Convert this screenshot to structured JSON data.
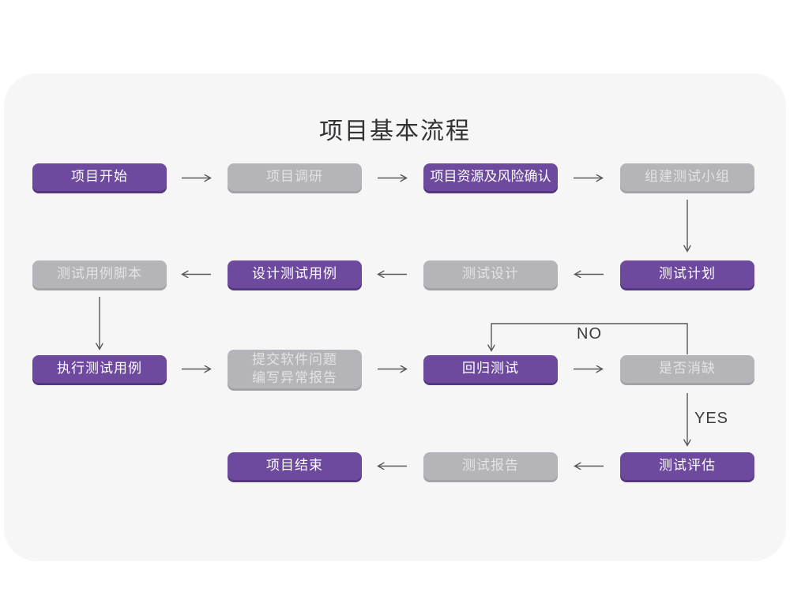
{
  "title": "项目基本流程",
  "colors": {
    "node_purple": "#6d4a9e",
    "node_gray": "#b5b4b8",
    "arrow": "#58585a",
    "card_background": "#f6f6f7"
  },
  "nodes": [
    {
      "label": "项目开始",
      "variant": "purple"
    },
    {
      "label": "项目调研",
      "variant": "gray"
    },
    {
      "label": "项目资源及风险确认",
      "variant": "purple"
    },
    {
      "label": "组建测试小组",
      "variant": "gray"
    },
    {
      "label": "测试计划",
      "variant": "purple"
    },
    {
      "label": "测试设计",
      "variant": "gray"
    },
    {
      "label": "设计测试用例",
      "variant": "purple"
    },
    {
      "label": "测试用例脚本",
      "variant": "gray"
    },
    {
      "label": "执行测试用例",
      "variant": "purple"
    },
    {
      "label": "提交软件问题\n编写异常报告",
      "variant": "gray"
    },
    {
      "label": "回归测试",
      "variant": "purple"
    },
    {
      "label": "是否消缺",
      "variant": "gray"
    },
    {
      "label": "测试评估",
      "variant": "purple"
    },
    {
      "label": "测试报告",
      "variant": "gray"
    },
    {
      "label": "项目结束",
      "variant": "purple"
    }
  ],
  "edge_labels": {
    "no": "NO",
    "yes": "YES"
  }
}
